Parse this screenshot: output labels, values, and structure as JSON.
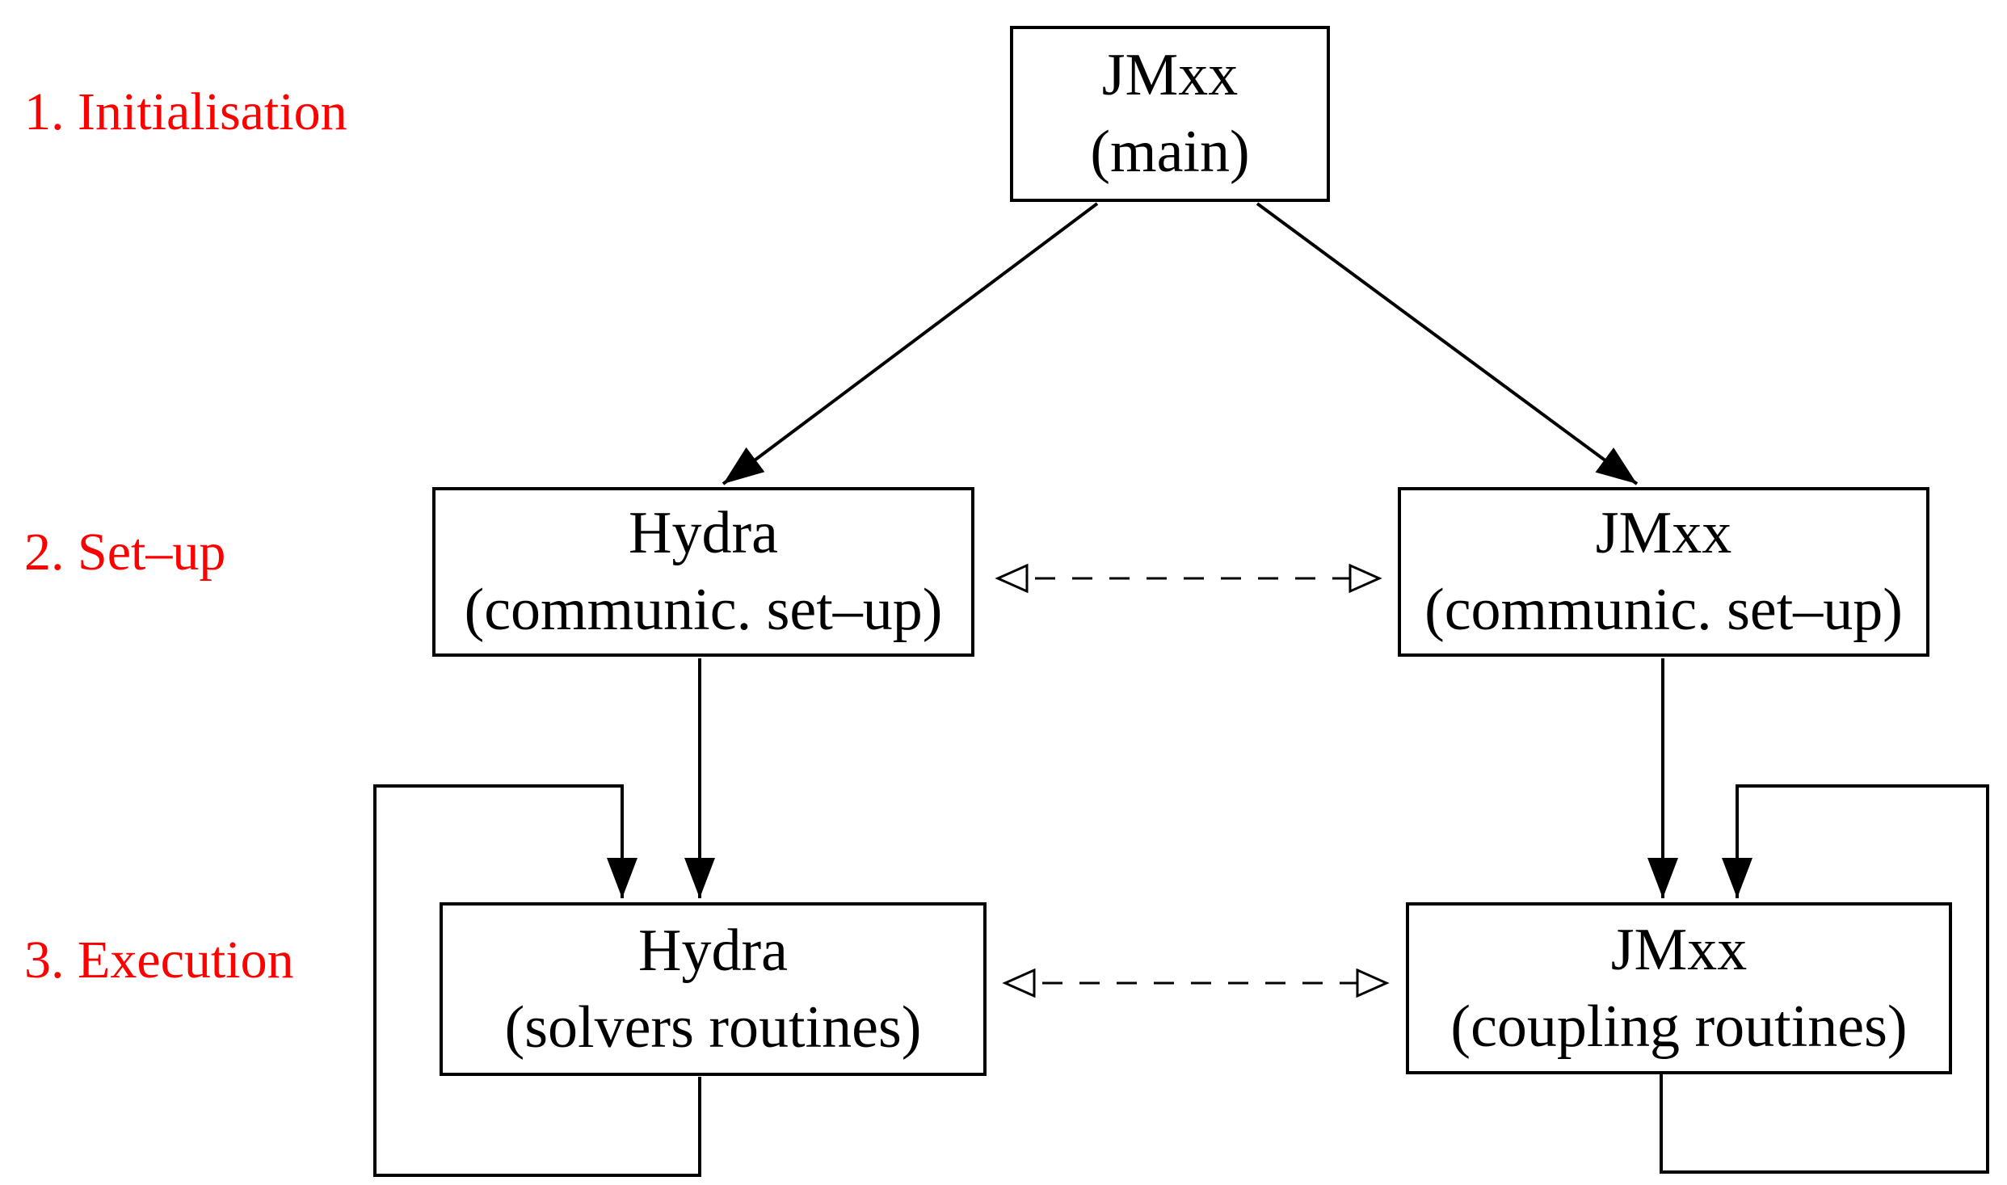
{
  "canvas": {
    "background_color": "#ffffff",
    "line_color": "#000000",
    "stage_label_color": "#ff0000"
  },
  "stage_labels": [
    {
      "id": "initialisation",
      "text": "1. Initialisation"
    },
    {
      "id": "setup",
      "text": "2. Set–up"
    },
    {
      "id": "execution",
      "text": "3. Execution"
    }
  ],
  "nodes": [
    {
      "id": "jmxx-main",
      "title": "JMxx",
      "subtitle": "(main)"
    },
    {
      "id": "hydra-setup",
      "title": "Hydra",
      "subtitle": "(communic. set–up)"
    },
    {
      "id": "jmxx-setup",
      "title": "JMxx",
      "subtitle": "(communic. set–up)"
    },
    {
      "id": "hydra-exec",
      "title": "Hydra",
      "subtitle": "(solvers routines)"
    },
    {
      "id": "jmxx-exec",
      "title": "JMxx",
      "subtitle": "(coupling routines)"
    }
  ],
  "edges": [
    {
      "from": "jmxx-main",
      "to": "hydra-setup",
      "style": "solid-arrow"
    },
    {
      "from": "jmxx-main",
      "to": "jmxx-setup",
      "style": "solid-arrow"
    },
    {
      "from": "hydra-setup",
      "to": "hydra-exec",
      "style": "solid-arrow"
    },
    {
      "from": "jmxx-setup",
      "to": "jmxx-exec",
      "style": "solid-arrow"
    },
    {
      "from": "hydra-exec",
      "to": "hydra-exec",
      "style": "solid-loop-arrow"
    },
    {
      "from": "jmxx-exec",
      "to": "jmxx-exec",
      "style": "solid-loop-arrow"
    },
    {
      "from": "hydra-setup",
      "to": "jmxx-setup",
      "style": "dashed-double-open-arrow"
    },
    {
      "from": "hydra-exec",
      "to": "jmxx-exec",
      "style": "dashed-double-open-arrow"
    }
  ]
}
